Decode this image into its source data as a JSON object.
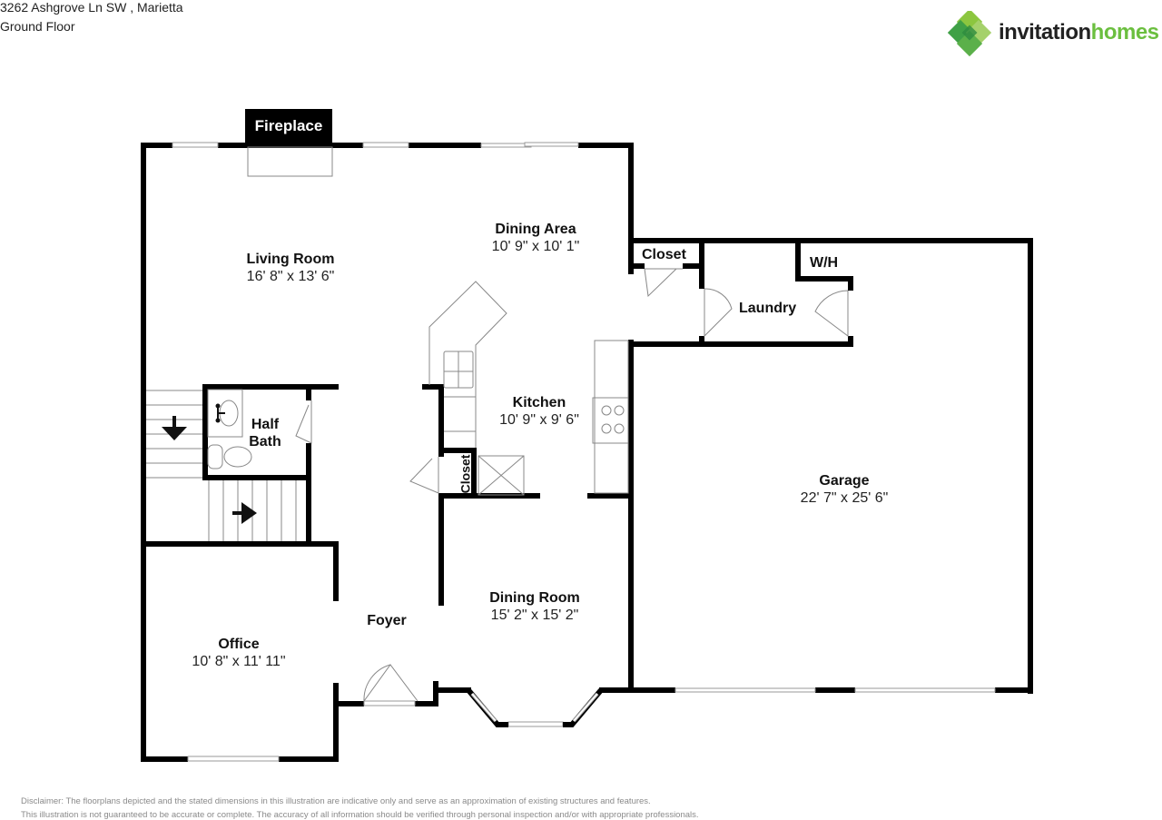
{
  "header": {
    "address": "3262 Ashgrove Ln SW , Marietta",
    "floor": "Ground Floor"
  },
  "logo": {
    "icon": "invitation-homes-logo-icon",
    "word_part1": "invitation",
    "word_part2": "homes",
    "colors": {
      "dark": "#222222",
      "green": "#6bbf3f",
      "green_dark": "#2e8b3e"
    }
  },
  "rooms": {
    "fireplace": {
      "name": "Fireplace"
    },
    "living_room": {
      "name": "Living Room",
      "dims": "16' 8\" x 13' 6\""
    },
    "dining_area": {
      "name": "Dining Area",
      "dims": "10' 9\" x 10' 1\""
    },
    "closet_top": {
      "name": "Closet"
    },
    "wh": {
      "name": "W/H"
    },
    "laundry": {
      "name": "Laundry"
    },
    "half_bath": {
      "name_line1": "Half",
      "name_line2": "Bath"
    },
    "kitchen": {
      "name": "Kitchen",
      "dims": "10' 9\" x 9' 6\""
    },
    "closet_kitchen": {
      "name": "Closet"
    },
    "garage": {
      "name": "Garage",
      "dims": "22' 7\" x 25' 6\""
    },
    "dining_room": {
      "name": "Dining Room",
      "dims": "15' 2\" x 15' 2\""
    },
    "foyer": {
      "name": "Foyer"
    },
    "office": {
      "name": "Office",
      "dims": "10' 8\" x 11' 11\""
    }
  },
  "disclaimer": {
    "line1": "Disclaimer: The floorplans depicted and the stated dimensions in this illustration are indicative only and serve as an approximation of existing structures and features.",
    "line2": "This illustration is not guaranteed to be accurate or complete. The accuracy of all information should be verified through personal inspection and/or with appropriate professionals."
  }
}
